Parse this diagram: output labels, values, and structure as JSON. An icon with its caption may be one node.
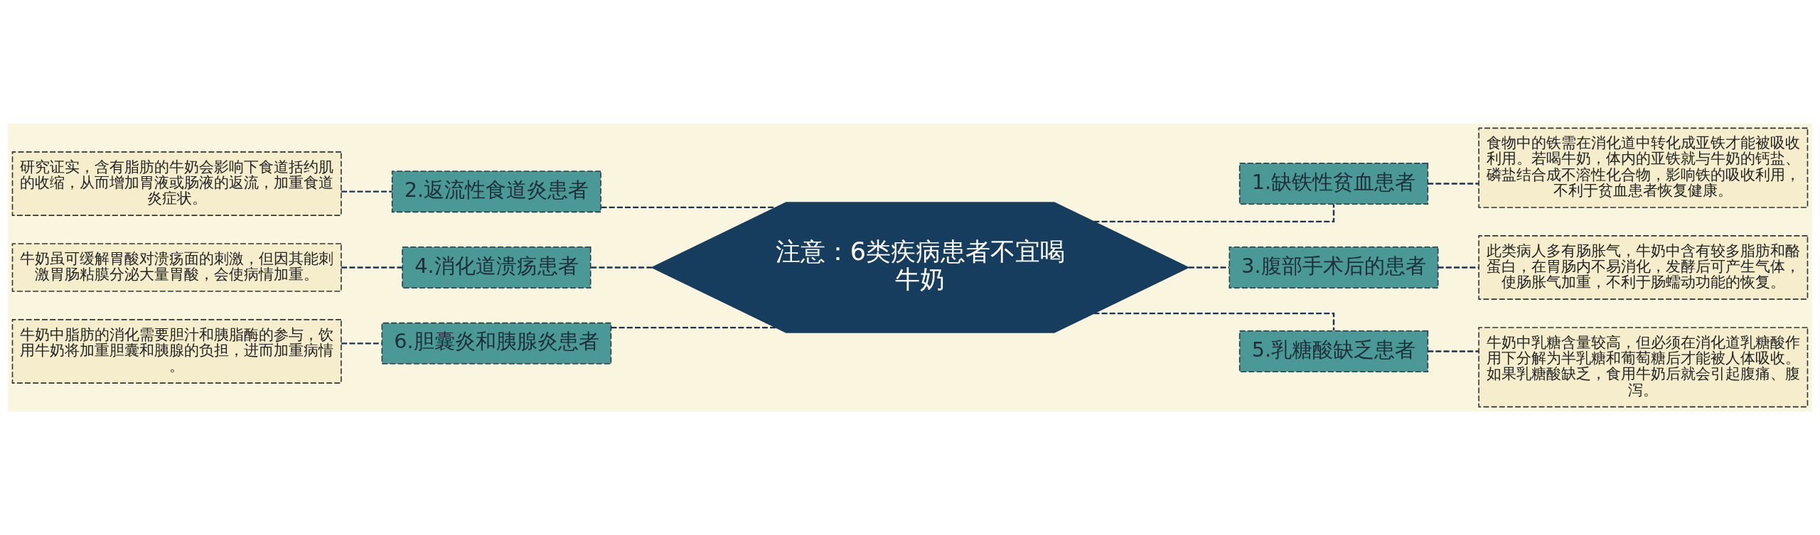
{
  "diagram": {
    "nodes": [
      {
        "text": [
          "注意：6类疾病患者不宜喝牛奶"
        ]
      },
      {
        "text": [
          "2.返流性食道炎患者"
        ]
      },
      {
        "text": [
          "研究证实，含有脂肪的牛奶会影响下食道括约肌的收缩，从而增加胃液或肠液的返流，加重食道炎症状。"
        ]
      },
      {
        "text": [
          "4.消化道溃疡患者"
        ]
      },
      {
        "text": [
          "牛奶虽可缓解胃酸对溃疡面的刺激，但因其能刺激胃肠粘膜分泌大量胃酸，会使病情加重。"
        ]
      },
      {
        "text": [
          "6.胆囊炎和胰腺炎患者"
        ]
      },
      {
        "text": [
          "牛奶中脂肪的消化需要胆汁和胰脂酶的参与，饮用牛奶将加重胆囊和胰腺的负担，进而加重病情。"
        ]
      },
      {
        "text": [
          "1.缺铁性贫血患者"
        ]
      },
      {
        "text": [
          "食物中的铁需在消化道中转化成亚铁才能被吸收利用。若喝牛奶，体内的亚铁就与牛奶的钙盐、磷盐结合成不溶性化合物，影响铁的吸收利用，不利于贫血患者恢复健康。"
        ]
      },
      {
        "text": [
          "3.腹部手术后的患者"
        ]
      },
      {
        "text": [
          "此类病人多有肠胀气，牛奶中含有较多脂肪和酪蛋白，在胃肠内不易消化，发酵后可产生气体，使肠胀气加重，不利于肠蠕动功能的恢复。"
        ]
      },
      {
        "text": [
          "5.乳糖酸缺乏患者"
        ]
      },
      {
        "text": [
          "牛奶中乳糖含量较高，但必须在消化道乳糖酸作用下分解为半乳糖和葡萄糖后才能被人体吸收。如果乳糖酸缺乏，食用牛奶后就会引起腹痛、腹泻。"
        ]
      }
    ],
    "edges": [
      {
        "from": 0,
        "to": 1,
        "arrow": "none",
        "style": "dashed"
      },
      {
        "from": 1,
        "to": 2,
        "arrow": "none",
        "style": "dashed"
      },
      {
        "from": 0,
        "to": 3,
        "arrow": "none",
        "style": "dashed"
      },
      {
        "from": 3,
        "to": 4,
        "arrow": "none",
        "style": "dashed"
      },
      {
        "from": 0,
        "to": 5,
        "arrow": "none",
        "style": "dashed"
      },
      {
        "from": 5,
        "to": 6,
        "arrow": "none",
        "style": "dashed"
      },
      {
        "from": 0,
        "to": 7,
        "arrow": "none",
        "style": "dashed"
      },
      {
        "from": 7,
        "to": 8,
        "arrow": "none",
        "style": "dashed"
      },
      {
        "from": 0,
        "to": 9,
        "arrow": "none",
        "style": "dashed"
      },
      {
        "from": 9,
        "to": 10,
        "arrow": "none",
        "style": "dashed"
      },
      {
        "from": 0,
        "to": 11,
        "arrow": "none",
        "style": "dashed"
      },
      {
        "from": 11,
        "to": 12,
        "arrow": "none",
        "style": "dashed"
      }
    ]
  }
}
